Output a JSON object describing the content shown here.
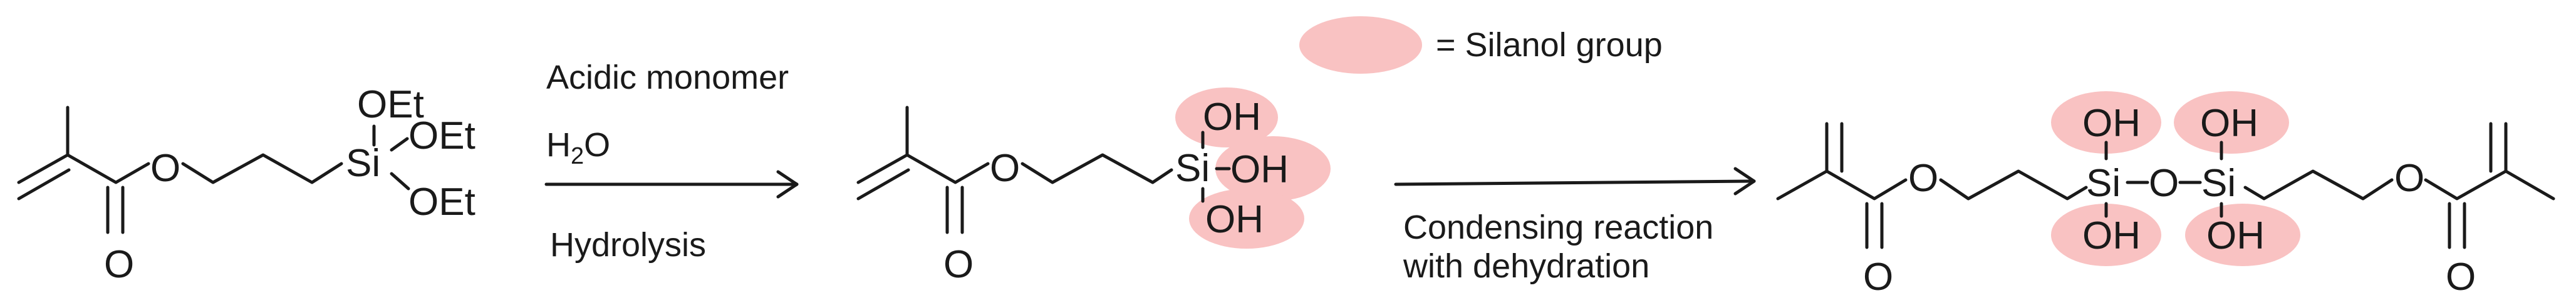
{
  "legend": {
    "label": "= Silanol group",
    "color": "#f9c2c2"
  },
  "reagents": {
    "line1": "Acidic monomer",
    "water_main": "H",
    "water_sub": "2",
    "water_end": "O",
    "process": "Hydrolysis"
  },
  "condensation": {
    "line1": "Condensing reaction",
    "line2": "with dehydration"
  },
  "atoms": {
    "oxygen": "O",
    "ethoxy": "OEt",
    "silicon": "Si",
    "hydroxyl": "OH"
  }
}
